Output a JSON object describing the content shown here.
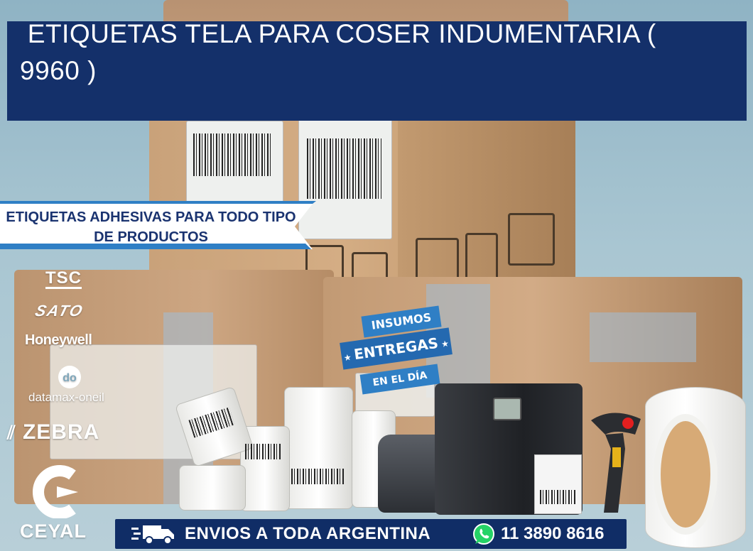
{
  "banner": {
    "title": " ETIQUETAS TELA PARA COSER INDUMENTARIA ( 9960 )"
  },
  "ribbon": {
    "text": "ETIQUETAS ADHESIVAS PARA TODO TIPO DE PRODUCTOS"
  },
  "brands": {
    "tsc": "TSC",
    "sato": "SATO",
    "honeywell": "Honeywell",
    "datamax": "datamax-oneil",
    "zebra": "ZEBRA",
    "ceyal": "CEYAL"
  },
  "promo": {
    "insumos": "INSUMOS",
    "entregas": "ENTREGAS",
    "en_el_dia": "EN EL DÍA"
  },
  "bottom_bar": {
    "envios": "ENVIOS A TODA ARGENTINA",
    "phone": "11 3890 8616"
  },
  "colors": {
    "banner_bg": "#14306a",
    "accent_blue": "#2f7fc5",
    "bottom_bar_bg": "#102d66",
    "whatsapp_green": "#25d366"
  },
  "icons": [
    "truck-icon",
    "whatsapp-icon"
  ]
}
